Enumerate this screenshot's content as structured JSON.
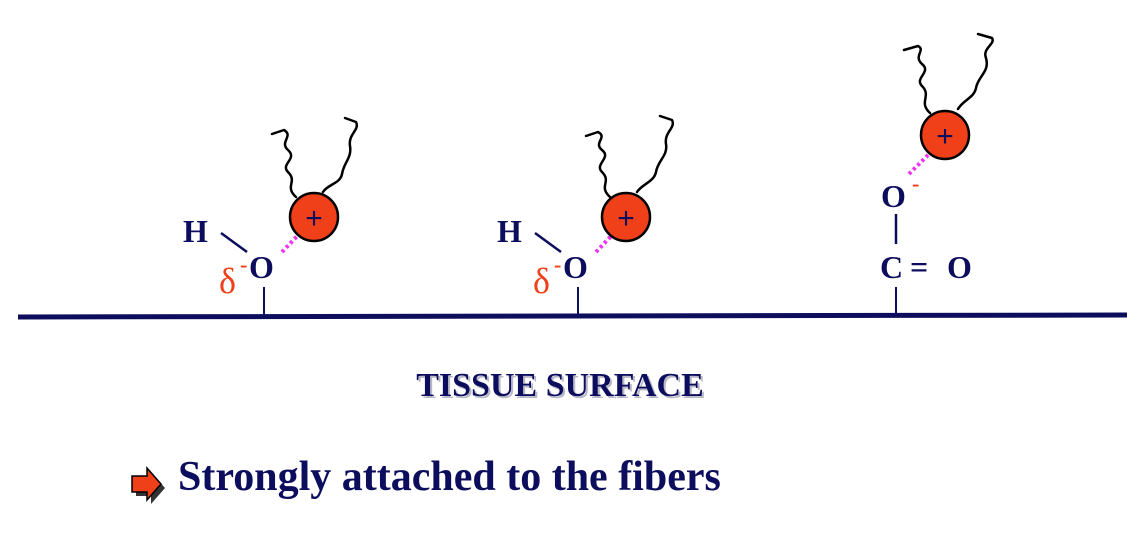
{
  "colors": {
    "navy": "#0d0d5e",
    "red": "#f0401a",
    "magenta": "#ee33ee",
    "black": "#000000"
  },
  "hydroxyl_sites": [
    {
      "hydrogen": "H",
      "oxygen": "O",
      "partial_charge_symbol": "δ",
      "partial_charge_sign": "-",
      "cation_sign": "+"
    },
    {
      "hydrogen": "H",
      "oxygen": "O",
      "partial_charge_symbol": "δ",
      "partial_charge_sign": "-",
      "cation_sign": "+"
    }
  ],
  "carboxylate_site": {
    "oxygen_top": "O",
    "charge_sign": "-",
    "carbon": "C",
    "double_bond": "=",
    "oxygen_right": "O",
    "cation_sign": "+"
  },
  "surface_label": "TISSUE SURFACE",
  "bullet": {
    "icon": "arrow-right-icon",
    "text": "Strongly attached to the fibers"
  }
}
